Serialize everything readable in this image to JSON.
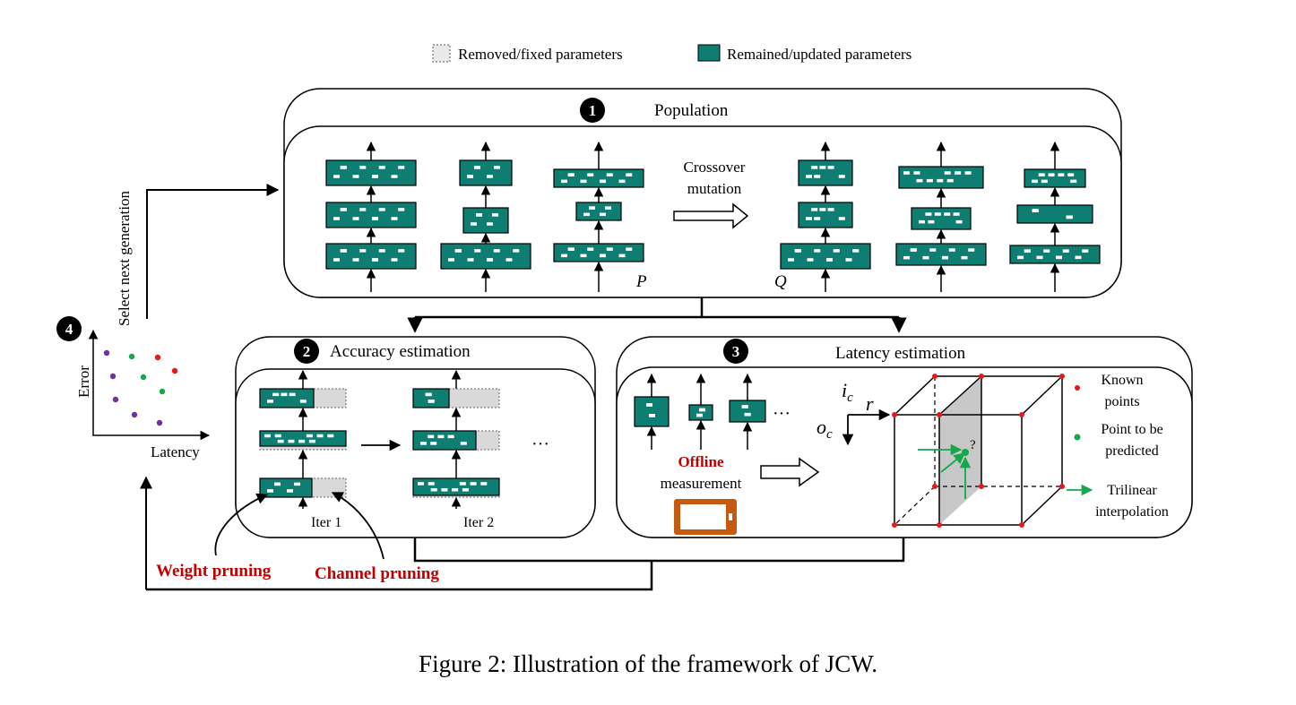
{
  "legend": {
    "removed": "Removed/fixed parameters",
    "remained": "Remained/updated parameters"
  },
  "population": {
    "number": "1",
    "title": "Population",
    "op_line1": "Crossover",
    "op_line2": "mutation",
    "p_label": "P",
    "q_label": "Q"
  },
  "accuracy": {
    "number": "2",
    "title": "Accuracy estimation",
    "iter1": "Iter 1",
    "iter2": "Iter 2",
    "ellipsis": "···"
  },
  "latency": {
    "number": "3",
    "title": "Latency estimation",
    "ellipsis": "···",
    "offline": "Offline",
    "measurement": "measurement",
    "axis_ic": "i",
    "axis_ic_sub": "c",
    "axis_r": "r",
    "axis_oc": "o",
    "axis_oc_sub": "c",
    "question": "?",
    "known_line1": "Known",
    "known_line2": "points",
    "pred_line1": "Point to be",
    "pred_line2": "predicted",
    "tri_line1": "Trilinear",
    "tri_line2": "interpolation"
  },
  "selection": {
    "number": "4",
    "select_label": "Select next generation",
    "error_label": "Error",
    "latency_label": "Latency"
  },
  "pruning": {
    "weight": "Weight pruning",
    "channel": "Channel pruning"
  },
  "caption": "Figure 2: Illustration of the framework of JCW.",
  "colors": {
    "teal": "#0f7e72",
    "gray": "#d9d9d9",
    "pruning_red": "#c00000",
    "known_red": "#e81818",
    "green": "#12a84b",
    "purple": "#7030a0",
    "device": "#c55a11"
  }
}
